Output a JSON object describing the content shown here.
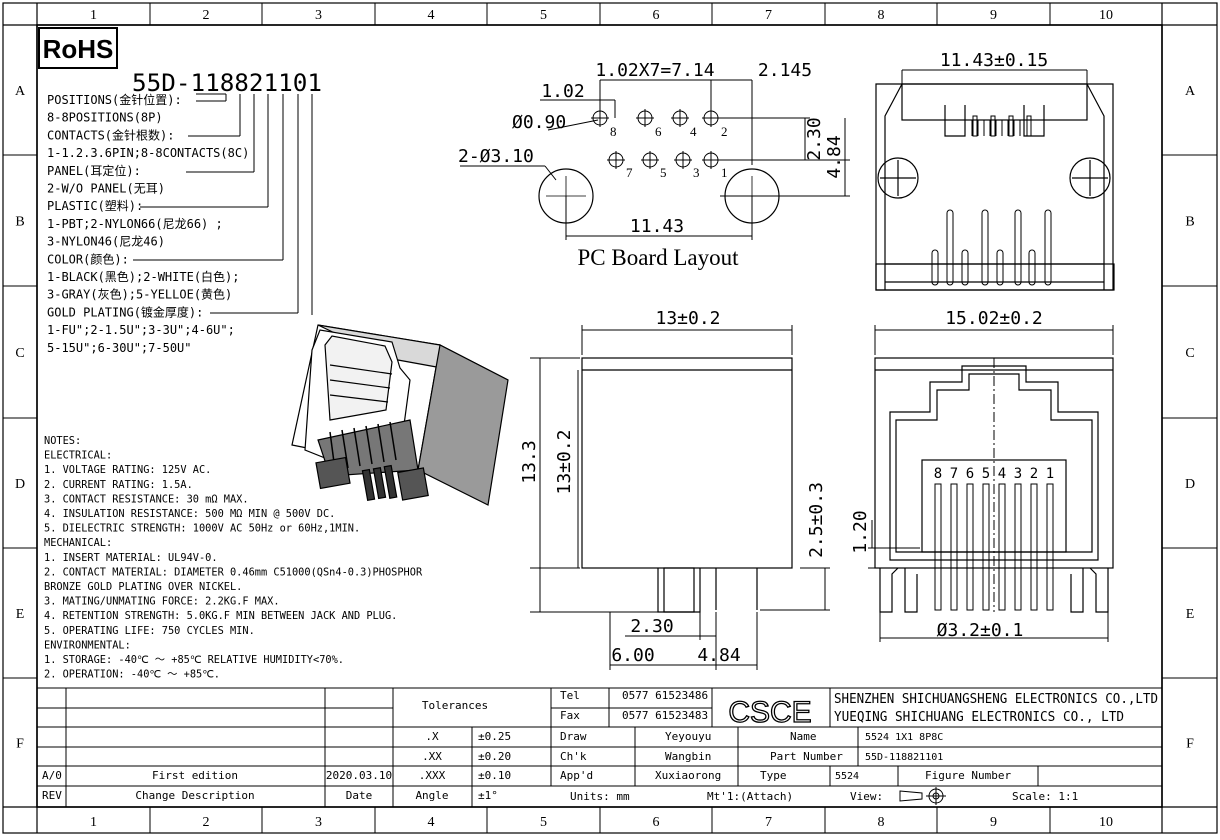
{
  "frame": {
    "columns": [
      "1",
      "2",
      "3",
      "4",
      "5",
      "6",
      "7",
      "8",
      "9",
      "10"
    ],
    "rows": [
      "A",
      "B",
      "C",
      "D",
      "E",
      "F"
    ]
  },
  "rohs": "RoHS",
  "part_code": "55D-118821101",
  "code_legend": [
    "POSITIONS(金针位置):",
    "8-8POSITIONS(8P)",
    "CONTACTS(金针根数):",
    "1-1.2.3.6PIN;8-8CONTACTS(8C)",
    "PANEL(耳定位):",
    "2-W/O PANEL(无耳)",
    "PLASTIC(塑料):",
    "1-PBT;2-NYLON66(尼龙66) ;",
    "3-NYLON46(尼龙46)",
    "COLOR(颜色):",
    "1-BLACK(黑色);2-WHITE(白色);",
    "3-GRAY(灰色);5-YELLOE(黄色)",
    "GOLD PLATING(镀金厚度):",
    "1-FU\";2-1.5U\";3-3U\";4-6U\";",
    "5-15U\";6-30U\";7-50U\""
  ],
  "notes": [
    "NOTES:",
    "ELECTRICAL:",
    "1. VOLTAGE RATING: 125V AC.",
    "2. CURRENT RATING: 1.5A.",
    "3. CONTACT RESISTANCE: 30 mΩ MAX.",
    "4. INSULATION RESISTANCE: 500 MΩ MIN @ 500V DC.",
    "5. DIELECTRIC STRENGTH: 1000V AC 50Hz or 60Hz,1MIN.",
    "MECHANICAL:",
    "1. INSERT MATERIAL: UL94V-0.",
    "2. CONTACT MATERIAL: DIAMETER 0.46mm C51000(QSn4-0.3)PHOSPHOR",
    "         BRONZE GOLD PLATING OVER NICKEL.",
    "3. MATING/UNMATING FORCE: 2.2KG.F MAX.",
    "4. RETENTION STRENGTH: 5.0KG.F MIN BETWEEN JACK AND PLUG.",
    "5. OPERATING LIFE: 750 CYCLES MIN.",
    "ENVIRONMENTAL:",
    "1. STORAGE: -40℃ ～ +85℃ RELATIVE HUMIDITY<70%.",
    "2. OPERATION: -40℃ ～ +85℃."
  ],
  "pcb": {
    "title": "PC Board Layout",
    "dim_pitch": "1.02X7=7.14",
    "dim_offset": "1.02",
    "dim_right": "2.145",
    "dim_hole": "Ø0.90",
    "dim_post": "2-Ø3.10",
    "dim_span": "11.43",
    "dim_row": "2.30",
    "dim_height": "4.84",
    "pins_top": [
      "8",
      "6",
      "4",
      "2"
    ],
    "pins_bottom": [
      "7",
      "5",
      "3",
      "1"
    ]
  },
  "rear_view": {
    "dim_width": "11.43±0.15"
  },
  "side_view": {
    "dim_width": "13±0.2",
    "dim_total": "13.3",
    "dim_body": "13±0.2",
    "dim_pin": "2.5±0.3",
    "dim_a": "2.30",
    "dim_b": "6.00",
    "dim_c": "4.84"
  },
  "front_view": {
    "dim_width": "15.02±0.2",
    "dim_small": "1.20",
    "dim_post": "Ø3.2±0.1",
    "pin_numbers": [
      "8",
      "7",
      "6",
      "5",
      "4",
      "3",
      "2",
      "1"
    ]
  },
  "title_block": {
    "tolerances_label": "Tolerances",
    "tol_rows": [
      {
        "k": ".X",
        "v": "±0.25"
      },
      {
        "k": ".XX",
        "v": "±0.20"
      },
      {
        "k": ".XXX",
        "v": "±0.10"
      },
      {
        "k": "Angle",
        "v": "±1°"
      }
    ],
    "tel_label": "Tel",
    "tel": "0577 61523486",
    "fax_label": "Fax",
    "fax": "0577 61523483",
    "logo": "CSCE",
    "company1": "SHENZHEN SHICHUANGSHENG ELECTRONICS CO.,LTD",
    "company2": "YUEQING SHICHUANG ELECTRONICS CO., LTD",
    "draw_label": "Draw",
    "draw": "Yeyouyu",
    "chk_label": "Ch'k",
    "chk": "Wangbin",
    "app_label": "App'd",
    "app": "Xuxiaorong",
    "units": "Units: mm",
    "mt": "Mt'1:(Attach)",
    "name_label": "Name",
    "name": "5524 1X1 8P8C",
    "partno_label": "Part Number",
    "partno": "55D-118821101",
    "type_label": "Type",
    "type": "5524",
    "figno_label": "Figure Number",
    "view_label": "View:",
    "scale": "Scale: 1:1",
    "rev_ao": "A/0",
    "rev_desc": "First edition",
    "rev_date": "2020.03.10",
    "rev_label": "REV",
    "change_label": "Change Description",
    "date_label": "Date"
  }
}
